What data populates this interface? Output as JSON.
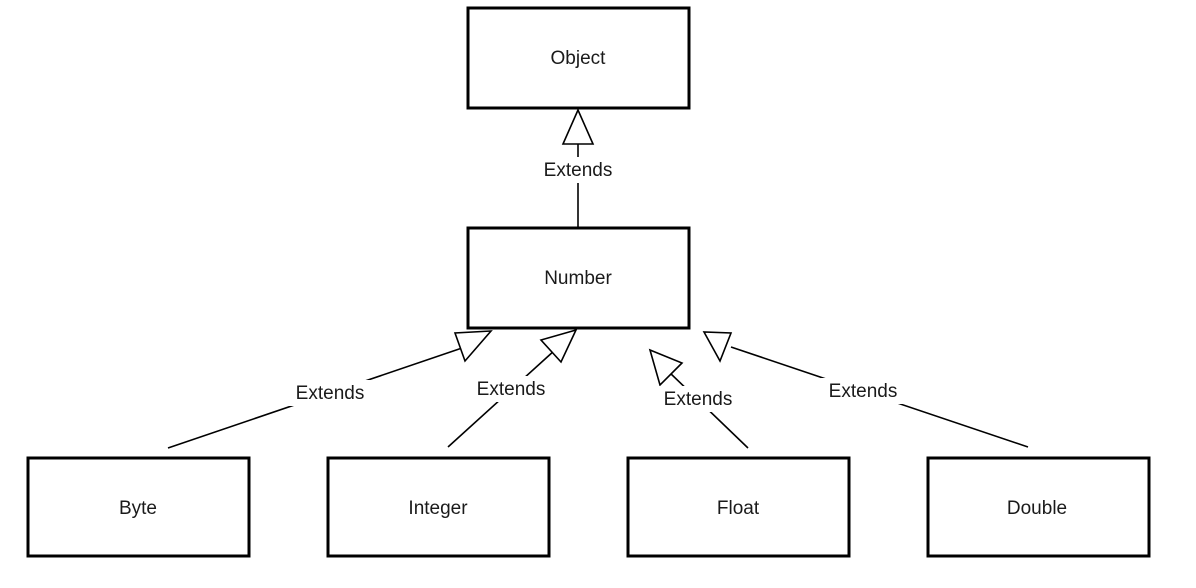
{
  "classes": {
    "object": "Object",
    "number": "Number",
    "byte": "Byte",
    "integer": "Integer",
    "float": "Float",
    "double": "Double"
  },
  "relations": {
    "number_object": "Extends",
    "byte_number": "Extends",
    "integer_number": "Extends",
    "float_number": "Extends",
    "double_number": "Extends"
  }
}
